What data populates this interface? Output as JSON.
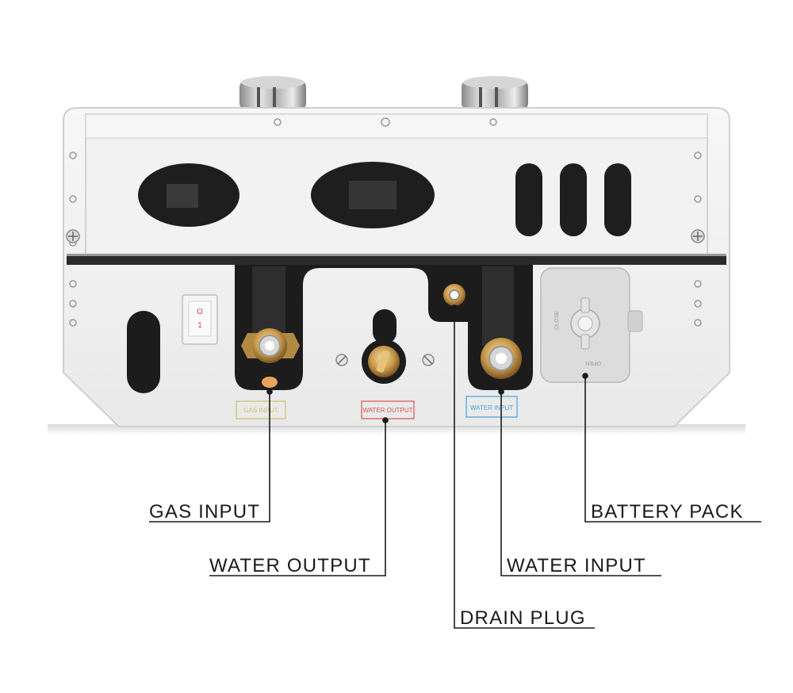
{
  "device": {
    "switch": {
      "off_symbol": "O",
      "on_symbol": "1"
    },
    "port_tags": {
      "gas_input": {
        "text": "GAS INPUT",
        "color": "#c9c36a"
      },
      "water_output": {
        "text": "WATER OUTPUT",
        "color": "#d9534f"
      },
      "water_input": {
        "text": "WATER INPUT",
        "color": "#4aa3d8"
      }
    },
    "battery_cover": {
      "close_label": "CLOSE",
      "open_label": "OPEN"
    }
  },
  "callouts": {
    "gas_input": "GAS INPUT",
    "water_output": "WATER OUTPUT",
    "drain_plug": "DRAIN PLUG",
    "water_input": "WATER INPUT",
    "battery_pack": "BATTERY PACK"
  }
}
